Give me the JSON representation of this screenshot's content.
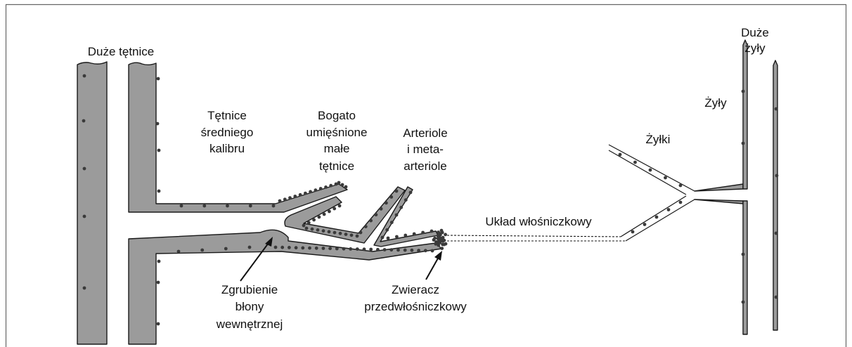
{
  "diagram": {
    "labels": {
      "large_arteries": "Duże tętnice",
      "medium_arteries": [
        "Tętnice",
        "średniego",
        "kalibru"
      ],
      "small_muscular_arteries": [
        "Bogato",
        "umięśnione",
        "małe",
        "tętnice"
      ],
      "arterioles": [
        "Arteriole",
        "i meta-",
        "arteriole"
      ],
      "capillary_system": "Układ włośniczkowy",
      "venules": "Żyłki",
      "veins": "Żyły",
      "large_veins": [
        "Duże",
        "żyły"
      ],
      "intimal_thickening": [
        "Zgrubienie",
        "błony",
        "wewnętrznej"
      ],
      "precapillary_sphincter": [
        "Zwieracz",
        "przedwłośniczkowy"
      ]
    },
    "colors": {
      "wall_fill": "#9b9b9b",
      "outline": "#1a1a1a",
      "nucleus": "#3a3a3a",
      "frame": "#666666",
      "text": "#111111"
    }
  }
}
